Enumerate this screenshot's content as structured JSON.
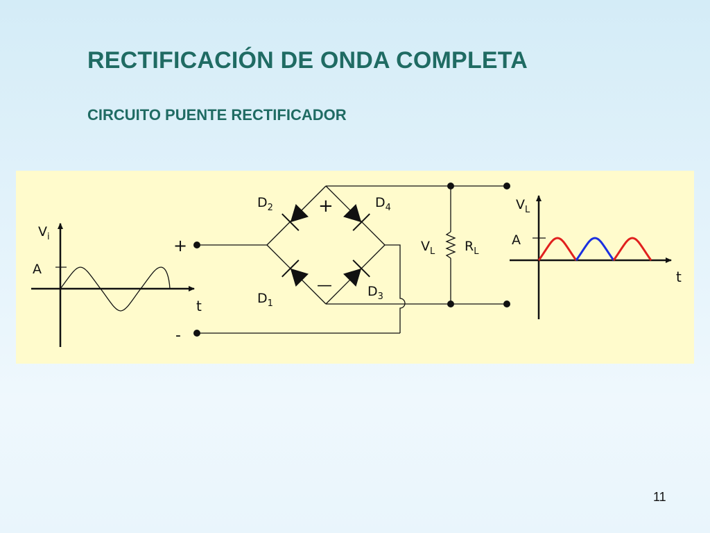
{
  "slide": {
    "title": "RECTIFICACIÓN DE ONDA COMPLETA",
    "subtitle": "CIRCUITO PUENTE RECTIFICADOR",
    "page_number": "11"
  },
  "diagram": {
    "input_graph": {
      "y_label_main": "V",
      "y_label_sub": "i",
      "amplitude_label": "A",
      "x_label": "t"
    },
    "terminals": {
      "plus": "+",
      "minus": "-"
    },
    "diodes": [
      {
        "main": "D",
        "sub": "2"
      },
      {
        "main": "D",
        "sub": "4"
      },
      {
        "main": "D",
        "sub": "1"
      },
      {
        "main": "D",
        "sub": "3"
      }
    ],
    "bridge_signs": {
      "plus": "+",
      "minus": "—"
    },
    "load": {
      "voltage_main": "V",
      "voltage_sub": "L",
      "resistor_main": "R",
      "resistor_sub": "L"
    },
    "output_graph": {
      "y_label_main": "V",
      "y_label_sub": "L",
      "amplitude_label": "A",
      "x_label": "t",
      "half_cycle_colors": [
        "#e0201e",
        "#1a2fe0",
        "#e0201e"
      ]
    }
  }
}
